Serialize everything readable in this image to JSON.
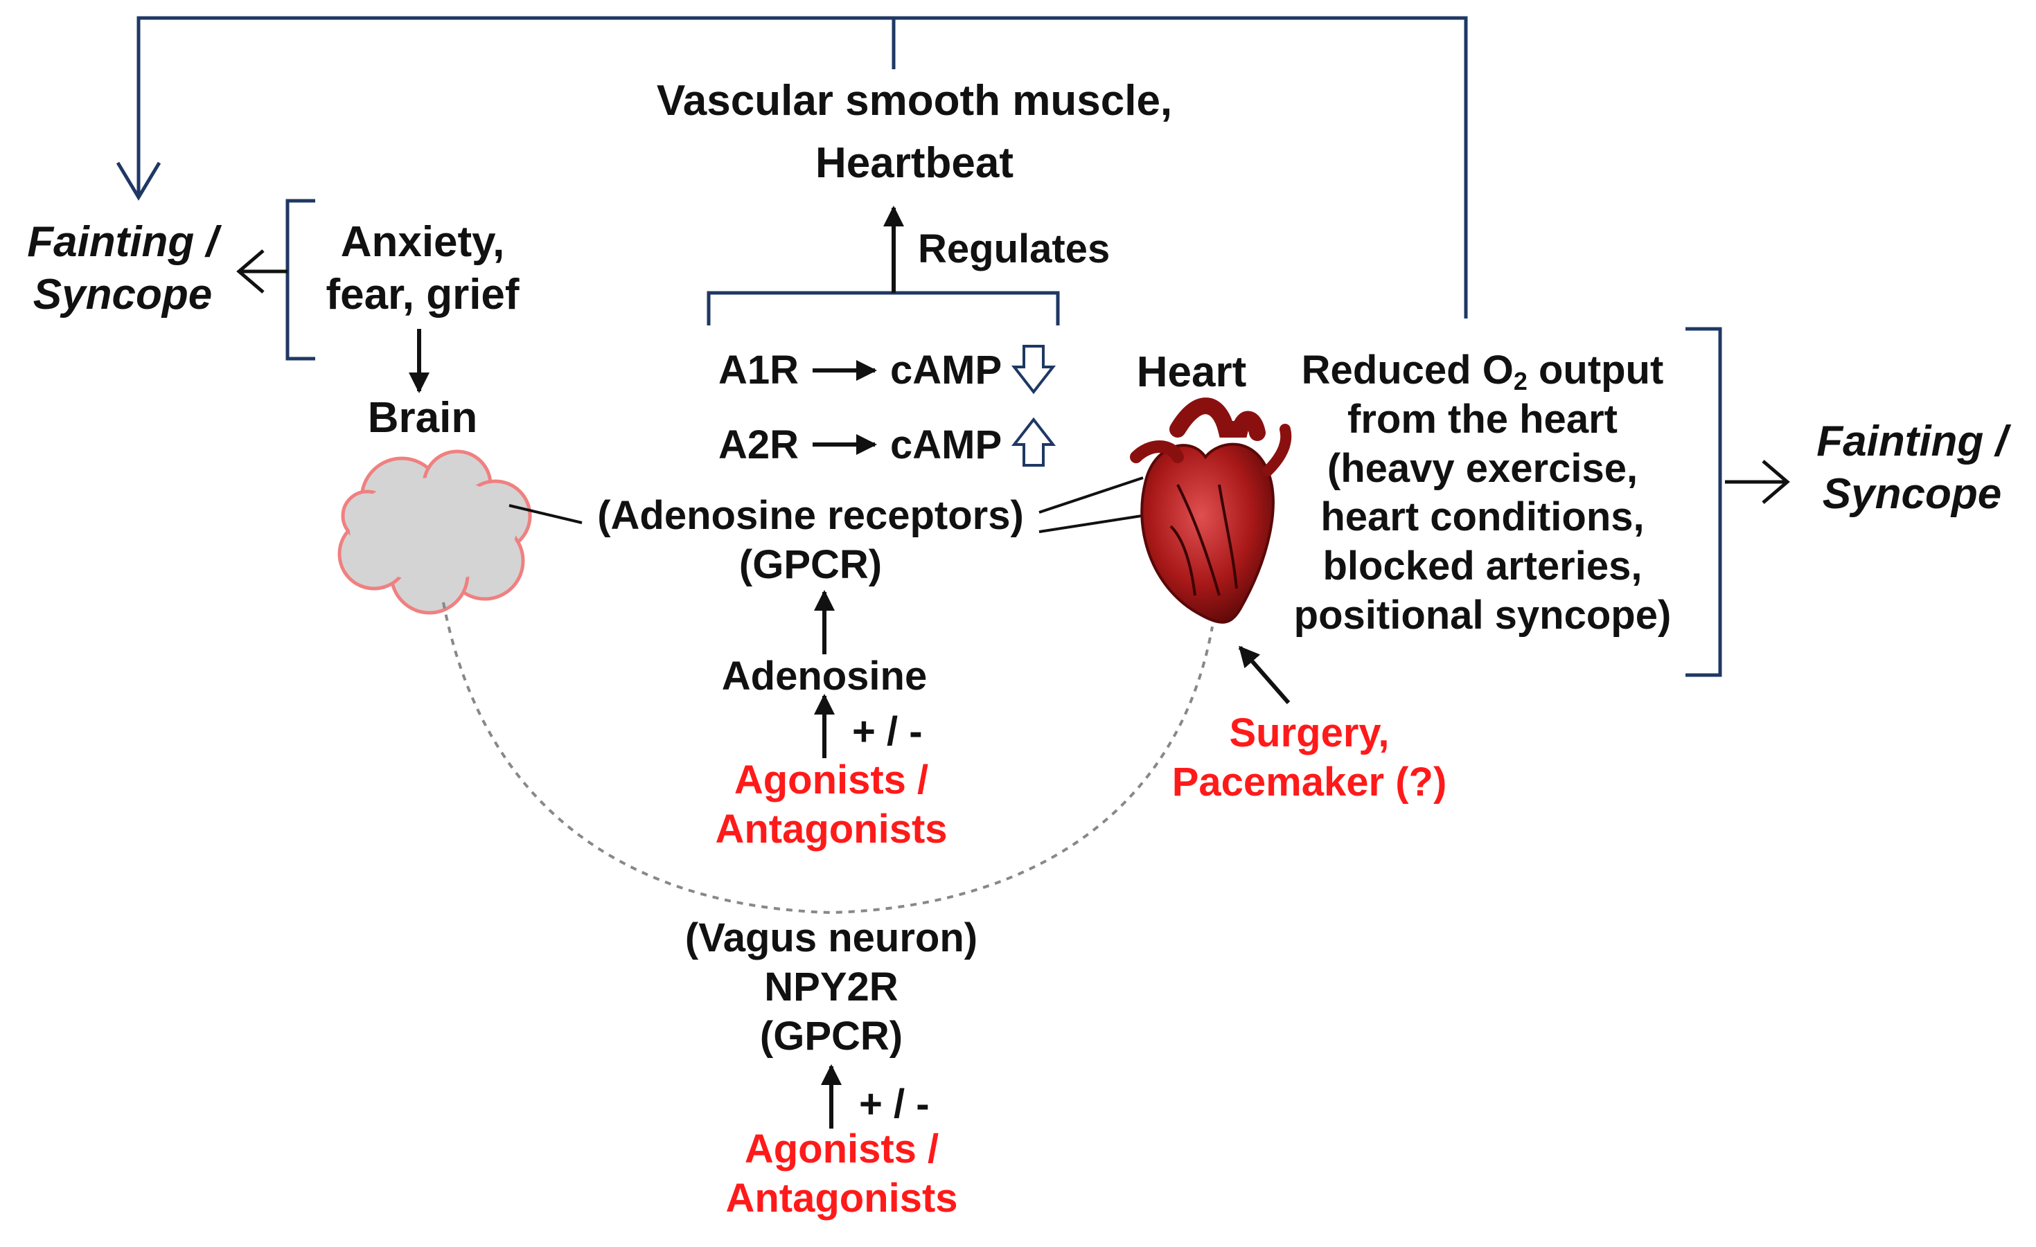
{
  "labels": {
    "fainting_left": [
      "Fainting  /",
      "Syncope"
    ],
    "fainting_right": [
      "Fainting  /",
      "Syncope"
    ],
    "anxiety": [
      "Anxiety,",
      "fear, grief"
    ],
    "brain": "Brain",
    "vascular": [
      "Vascular smooth muscle,",
      "Heartbeat"
    ],
    "regulates": "Regulates",
    "a1r": "A1R",
    "a2r": "A2R",
    "camp": "cAMP",
    "heart": "Heart",
    "adenosine_receptors": [
      "(Adenosine receptors)",
      "(GPCR)"
    ],
    "adenosine": "Adenosine",
    "plus_minus": "+ / -",
    "agonists": [
      "Agonists /",
      "Antagonists"
    ],
    "reduced_o2": {
      "pre": "Reduced O",
      "sub": "2",
      "post": " output",
      "lines": [
        "from the heart",
        "(heavy exercise,",
        "heart conditions,",
        "blocked arteries,",
        "positional syncope)"
      ]
    },
    "surgery": [
      "Surgery,",
      "Pacemaker (?)"
    ],
    "vagus": [
      "(Vagus neuron)",
      "NPY2R",
      "(GPCR)"
    ]
  },
  "colors": {
    "navy": "#1f3864",
    "black": "#111111",
    "red": "#ff1a1a",
    "cloud_fill": "#d4d4d4",
    "cloud_stroke": "#f08080",
    "dashed": "#888888",
    "heart_red": "#b01a1a"
  },
  "icons": [
    "brain-cloud-icon",
    "heart-organ-icon",
    "down-arrow-outline-icon",
    "up-arrow-outline-icon"
  ]
}
